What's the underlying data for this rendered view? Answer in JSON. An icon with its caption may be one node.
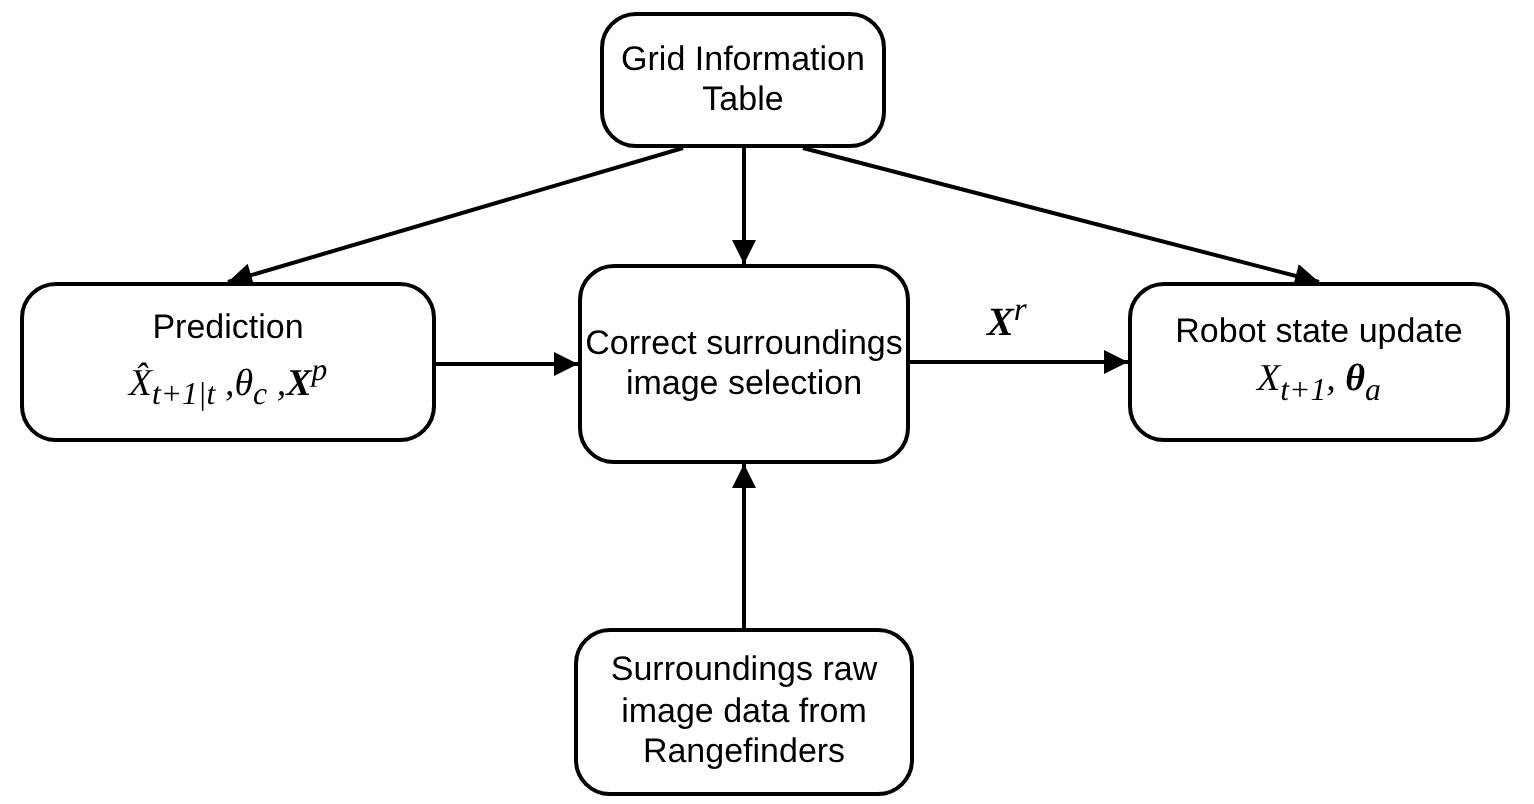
{
  "diagram": {
    "nodes": [
      {
        "text": [
          "Grid Information Table"
        ]
      },
      {
        "text": [
          "Prediction",
          "X̂$_{t+1|t}$ ,θ$_{c}$ ,**X**$^{p}$"
        ]
      },
      {
        "text": [
          "Correct surroundings image selection"
        ]
      },
      {
        "text": [
          "Robot state update",
          "X$_{t+1}$, **θ**$_{a}$"
        ]
      },
      {
        "text": [
          "Surroundings raw image data from Rangefinders"
        ]
      }
    ],
    "edges": [
      {
        "from": 0,
        "to": 1,
        "arrow": "to"
      },
      {
        "from": 0,
        "to": 2,
        "arrow": "to"
      },
      {
        "from": 0,
        "to": 3,
        "arrow": "to"
      },
      {
        "from": 1,
        "to": 2,
        "arrow": "to"
      },
      {
        "from": 2,
        "to": 3,
        "arrow": "to",
        "label": "**X**$^{r}$"
      },
      {
        "from": 4,
        "to": 2,
        "arrow": "to"
      }
    ]
  }
}
